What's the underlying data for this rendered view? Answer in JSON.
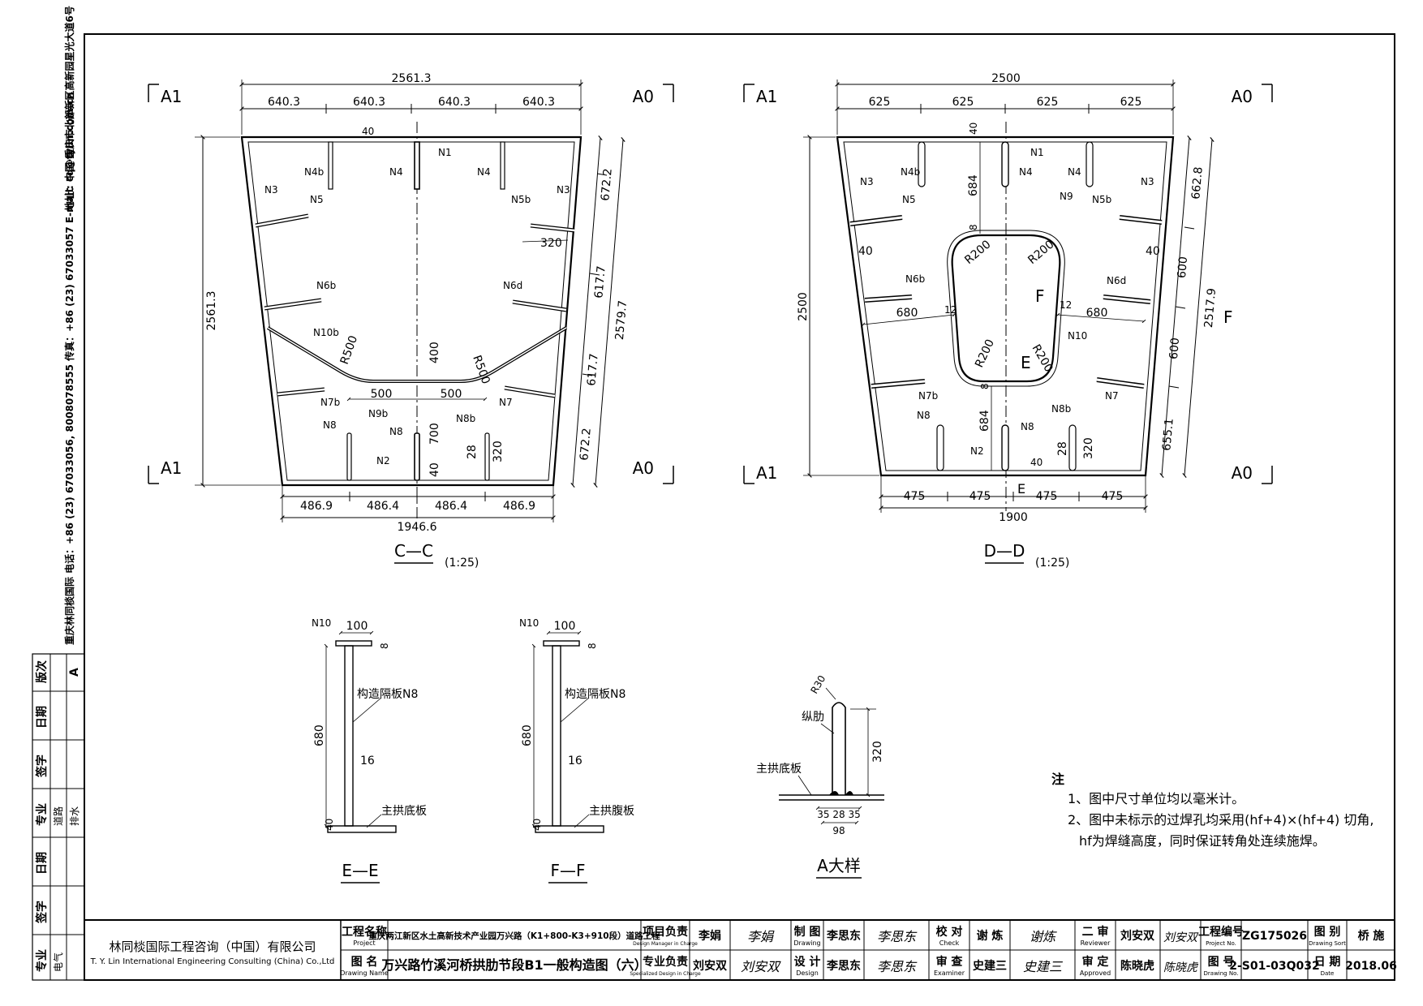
{
  "side": {
    "company_address": "地址：中国·重庆市北部新区高新园星光大道6号",
    "company_contact": "重庆林同棪国际  电话：+86 (23) 67033056, 8008078555  传真：+86 (23) 67033057  E-mail: cq@tylin.com.cn",
    "revision_label": "版次",
    "revision_value": "A",
    "date_label": "日期",
    "sign_label": "签字",
    "spec_label": "专业",
    "spec_items": [
      "道路",
      "排水",
      "电气"
    ]
  },
  "views": {
    "cc": {
      "title": "C—C",
      "scale": "(1:25)",
      "corner_labels": [
        "A1",
        "A0",
        "A1",
        "A0"
      ],
      "top_total": "2561.3",
      "top_segments": [
        "640.3",
        "640.3",
        "640.3",
        "640.3"
      ],
      "bottom_total": "1946.6",
      "bottom_segments": [
        "486.9",
        "486.4",
        "486.4",
        "486.9"
      ],
      "height_left": "2561.3",
      "right_total": "2579.7",
      "right_segments": [
        "672.2",
        "617.7",
        "617.7",
        "672.2"
      ],
      "dims": [
        "40",
        "320",
        "400",
        "500",
        "500",
        "700",
        "28",
        "320",
        "40",
        "R500",
        "R500"
      ],
      "labels": [
        "N1",
        "N2",
        "N3",
        "N3",
        "N4",
        "N4",
        "N4b",
        "N5",
        "N5b",
        "N6b",
        "N6d",
        "N7",
        "N7b",
        "N8",
        "N8",
        "N8b",
        "N9b",
        "N10b"
      ]
    },
    "dd": {
      "title": "D—D",
      "scale": "(1:25)",
      "corner_labels": [
        "A1",
        "A0",
        "A1",
        "A0"
      ],
      "top_total": "2500",
      "top_segments": [
        "625",
        "625",
        "625",
        "625"
      ],
      "bottom_total": "1900",
      "bottom_segments": [
        "475",
        "475",
        "475",
        "475"
      ],
      "height_left": "2500",
      "right_total": "2517.9",
      "right_segments": [
        "662.8",
        "600",
        "600",
        "655.1"
      ],
      "dims": [
        "40",
        "684",
        "8",
        "40",
        "680",
        "12",
        "12",
        "680",
        "40",
        "8",
        "684",
        "28",
        "320",
        "40",
        "R200",
        "R200",
        "R200",
        "R200"
      ],
      "labels": [
        "N1",
        "N2",
        "N3",
        "N3",
        "N4",
        "N4",
        "N4b",
        "N5",
        "N5b",
        "N6b",
        "N6d",
        "N7",
        "N7b",
        "N8",
        "N8",
        "N8b",
        "N9",
        "N10"
      ],
      "section_marks": [
        "F",
        "F",
        "E",
        "E"
      ]
    },
    "ee": {
      "title": "E—E",
      "n10": "N10",
      "flange": "100",
      "t8": "8",
      "web_label": "构造隔板N8",
      "height": "680",
      "web_t": "16",
      "base_label": "主拱底板",
      "base_t": "40"
    },
    "ff": {
      "title": "F—F",
      "n10": "N10",
      "flange": "100",
      "t8": "8",
      "web_label": "构造隔板N8",
      "height": "680",
      "web_t": "16",
      "base_label": "主拱腹板",
      "base_t": "40"
    },
    "detail": {
      "title": "A大样",
      "radius": "R30",
      "rib_label": "纵肋",
      "base_label": "主拱底板",
      "height": "320",
      "widths": "35 28 35",
      "total": "98"
    }
  },
  "notes": {
    "heading": "注",
    "lines": [
      "1、图中尺寸单位均以毫米计。",
      "2、图中未标示的过焊孔均采用(hf+4)×(hf+4) 切角,",
      "hf为焊缝高度，同时保证转角处连续施焊。"
    ]
  },
  "titleblock": {
    "company_cn": "林同棪国际工程咨询（中国）有限公司",
    "company_en": "T. Y. Lin International Engineering Consulting (China) Co.,Ltd",
    "project_label": "工程名称",
    "project_label_en": "Project",
    "project_name": "重庆两江新区水土高新技术产业园万兴路（K1+800-K3+910段）道路工程",
    "drawing_label": "图 名",
    "drawing_label_en": "Drawing Name",
    "drawing_name": "万兴路竹溪河桥拱肋节段B1一般构造图（六）",
    "proj_mgr_label": "项目负责",
    "proj_mgr_label_en": "Design Manager in Charge",
    "proj_mgr": "李娟",
    "proj_mgr_sig": "李娟",
    "spec_mgr_label": "专业负责",
    "spec_mgr_label_en": "Specialized Design in Charge",
    "spec_mgr": "刘安双",
    "spec_mgr_sig": "刘安双",
    "drawer_label": "制 图",
    "drawer_label_en": "Drawing",
    "drawer": "李思东",
    "designer_label": "设 计",
    "designer_label_en": "Design",
    "designer": "李思东",
    "drawer_sig": "李思东",
    "designer_sig": "李思东",
    "checker_label": "校 对",
    "checker_label_en": "Check",
    "checker": "谢 炼",
    "checker_sig": "谢炼",
    "examiner_label": "审 查",
    "examiner_label_en": "Examiner",
    "examiner": "史建三",
    "examiner_sig": "史建三",
    "reviewer_label": "二 审",
    "reviewer_label_en": "Reviewer",
    "reviewer": "刘安双",
    "reviewer_sig": "刘安双",
    "approver_label": "审 定",
    "approver_label_en": "Approved",
    "approver": "陈晓虎",
    "approver_sig": "陈晓虎",
    "project_no_label": "工程编号",
    "project_no_label_en": "Project No.",
    "project_no": "ZG175026",
    "sort_label": "图 别",
    "sort_label_en": "Drawing Sort",
    "sort": "桥 施",
    "drawing_no_label": "图 号",
    "drawing_no_label_en": "Drawing No.",
    "drawing_no": "2-S01-03Q032",
    "date_label": "日 期",
    "date_label_en": "Date",
    "date": "2018.06"
  }
}
